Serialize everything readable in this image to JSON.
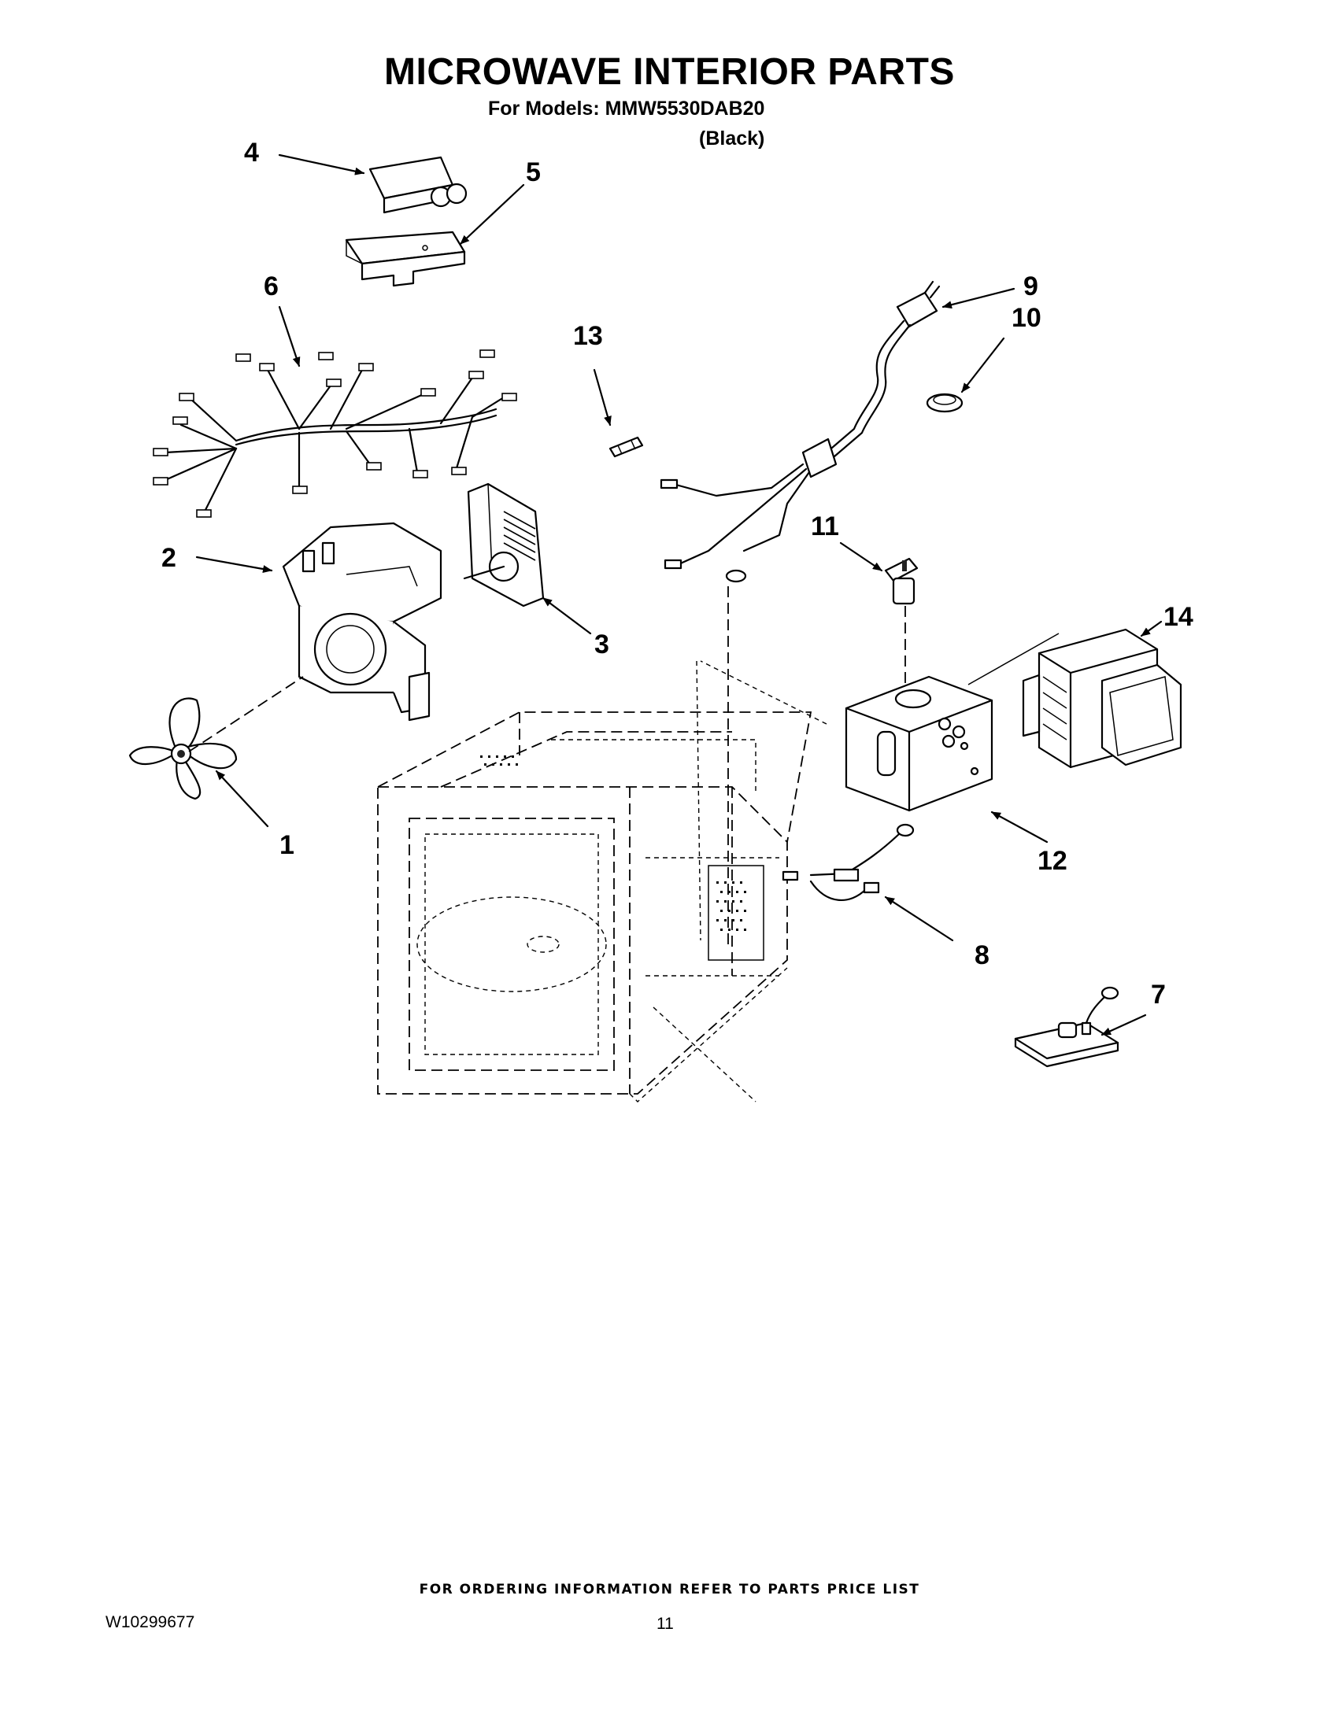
{
  "header": {
    "title": "MICROWAVE INTERIOR PARTS",
    "models_line": "For Models: MMW5530DAB20",
    "variant": "(Black)"
  },
  "callouts": [
    "1",
    "2",
    "3",
    "4",
    "5",
    "6",
    "7",
    "8",
    "9",
    "10",
    "11",
    "12",
    "13",
    "14"
  ],
  "footer": {
    "ordering_note": "FOR ORDERING INFORMATION REFER TO PARTS PRICE LIST",
    "doc_number": "W10299677",
    "page_number": "11"
  }
}
